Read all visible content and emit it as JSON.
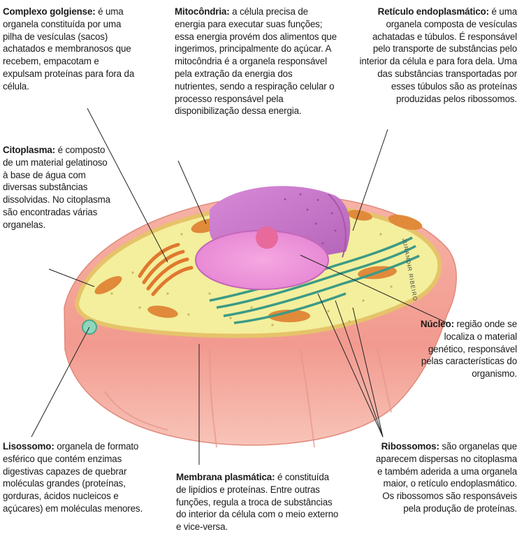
{
  "labels": {
    "golgi": {
      "title": "Complexo golgiense:",
      "text": "é uma organela constituída por uma pilha de vesículas (sacos) achatados e membranosos que recebem, empacotam e expulsam proteínas para fora da célula."
    },
    "mitocondria": {
      "title": "Mitocôndria:",
      "text": "a célula precisa de energia para executar suas funções; essa energia provém dos alimentos que ingerimos, principalmente do açúcar. A mitocôndria é a organela responsável pela extração da energia dos nutrientes, sendo a respiração celular o processo responsável pela disponibilização dessa energia."
    },
    "reticulo": {
      "title": "Retículo endoplasmático:",
      "text": "é uma organela composta de vesículas achatadas e túbulos. É responsável pelo transporte de substâncias pelo interior da célula e para fora dela. Uma das substâncias transportadas por esses túbulos são as proteínas produzidas pelos ribossomos."
    },
    "citoplasma": {
      "title": "Citoplasma:",
      "text": "é composto de um material gelatinoso à base de água com diversas substâncias dissolvidas. No citoplasma são encontradas várias organelas."
    },
    "nucleo": {
      "title": "Núcleo:",
      "text": "região onde se localiza o material genético, responsável pelas características do organismo."
    },
    "lisossomo": {
      "title": "Lisossomo:",
      "text": "organela de formato esférico que contém enzimas digestivas capazes de quebrar moléculas grandes (proteínas, gorduras, ácidos nucleicos e açúcares) em moléculas menores."
    },
    "membrana": {
      "title": "Membrana plasmática:",
      "text": "é constituída de lipídios e proteínas. Entre outras funções, regula a troca de substâncias do interior da célula com o meio externo e vice-versa."
    },
    "ribossomos": {
      "title": "Ribossomos:",
      "text": "são organelas que aparecem dispersas no citoplasma e também aderida a uma organela maior, o retículo endoplasmático. Os ribossomos são responsáveis pela produção de proteínas."
    }
  },
  "credit": "JURANDIR RIBEIRO",
  "colors": {
    "membrane": "#f4a49a",
    "cytoplasm": "#f3ef9c",
    "nucleus": "#d977c9",
    "golgi": "#e0782f",
    "reticulum": "#3c9a86",
    "lysosome": "#6cc2a8"
  }
}
